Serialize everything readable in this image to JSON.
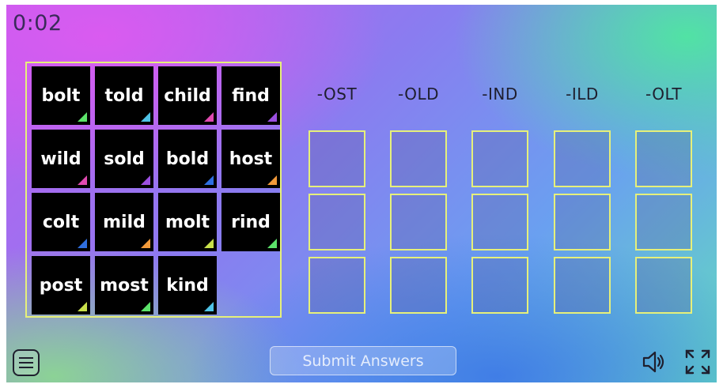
{
  "timer": "0:02",
  "word_bank": [
    {
      "word": "bolt",
      "corner_color": "#5ce36a"
    },
    {
      "word": "told",
      "corner_color": "#4fc3e6"
    },
    {
      "word": "child",
      "corner_color": "#e04ab0"
    },
    {
      "word": "find",
      "corner_color": "#9b4fe0"
    },
    {
      "word": "wild",
      "corner_color": "#e04ab0"
    },
    {
      "word": "sold",
      "corner_color": "#9b4fe0"
    },
    {
      "word": "bold",
      "corner_color": "#2f6fe0"
    },
    {
      "word": "host",
      "corner_color": "#f29a3a"
    },
    {
      "word": "colt",
      "corner_color": "#2f6fe0"
    },
    {
      "word": "mild",
      "corner_color": "#f29a3a"
    },
    {
      "word": "molt",
      "corner_color": "#c8e04a"
    },
    {
      "word": "rind",
      "corner_color": "#5ce36a"
    },
    {
      "word": "post",
      "corner_color": "#c8e04a"
    },
    {
      "word": "most",
      "corner_color": "#5ce36a"
    },
    {
      "word": "kind",
      "corner_color": "#4fc3e6"
    }
  ],
  "categories": [
    {
      "label": "-OST"
    },
    {
      "label": "-OLD"
    },
    {
      "label": "-IND"
    },
    {
      "label": "-ILD"
    },
    {
      "label": "-OLT"
    }
  ],
  "slots_per_category": 3,
  "submit_label": "Submit Answers",
  "icons": {
    "menu": "hamburger-icon",
    "sound": "speaker-icon",
    "fullscreen": "fullscreen-icon"
  }
}
